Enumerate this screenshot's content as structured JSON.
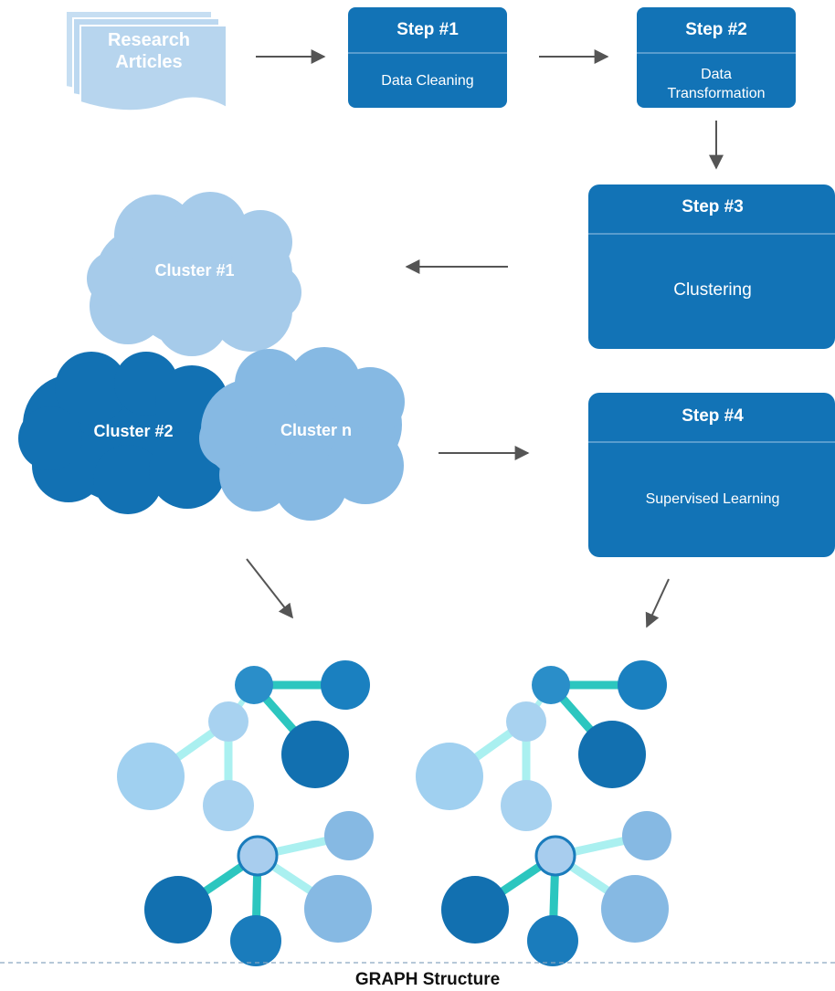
{
  "source": {
    "label_line1": "Research",
    "label_line2": "Articles"
  },
  "steps": [
    {
      "title": "Step #1",
      "body_lines": [
        "Data Cleaning"
      ]
    },
    {
      "title": "Step #2",
      "body_lines": [
        "Data",
        "Transformation"
      ]
    },
    {
      "title": "Step #3",
      "body_lines": [
        "Clustering"
      ]
    },
    {
      "title": "Step #4",
      "body_lines": [
        "Supervised Learning"
      ]
    }
  ],
  "clusters": [
    {
      "label": "Cluster #1"
    },
    {
      "label": "Cluster #2"
    },
    {
      "label": "Cluster n"
    }
  ],
  "footer": {
    "label": "GRAPH Structure"
  },
  "colors": {
    "step_fill": "#1273b6",
    "doc_fill": "#b7d5ee",
    "cloud_light": "#a6cbea",
    "cloud_dark": "#1271b3",
    "cloud_mid": "#86b9e3",
    "node_dark": "#1270b0",
    "node_mid": "#2a8ec9",
    "node_light": "#a0d0f0",
    "node_pale": "#a8d2f0",
    "edge_teal": "#2cc6bf",
    "edge_pale": "#aaf0f0",
    "arrow": "#555555"
  }
}
